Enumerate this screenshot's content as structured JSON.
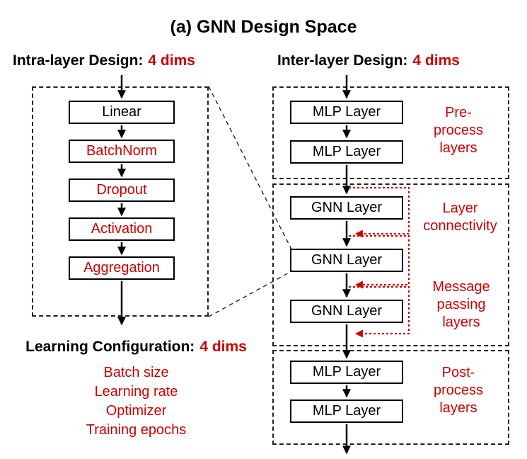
{
  "title": "(a) GNN Design Space",
  "colors": {
    "accent": "#cc0000",
    "text": "#000000"
  },
  "intra": {
    "heading": "Intra-layer Design:",
    "dims": "4 dims",
    "layers": [
      {
        "label": "Linear"
      },
      {
        "label": "BatchNorm"
      },
      {
        "label": "Dropout"
      },
      {
        "label": "Activation"
      },
      {
        "label": "Aggregation"
      }
    ]
  },
  "inter": {
    "heading": "Inter-layer Design:",
    "dims": "4 dims",
    "pre_process": {
      "layers": [
        {
          "label": "MLP Layer"
        },
        {
          "label": "MLP Layer"
        }
      ],
      "caption": "Pre-\nprocess\nlayers"
    },
    "message_passing": {
      "layers": [
        {
          "label": "GNN Layer"
        },
        {
          "label": "GNN Layer"
        },
        {
          "label": "GNN Layer"
        }
      ],
      "caption_connectivity": "Layer\nconnectivity",
      "caption_message": "Message\npassing\nlayers"
    },
    "post_process": {
      "layers": [
        {
          "label": "MLP Layer"
        },
        {
          "label": "MLP Layer"
        }
      ],
      "caption": "Post-\nprocess\nlayers"
    }
  },
  "learning": {
    "heading": "Learning Configuration:",
    "dims": "4 dims",
    "items": [
      "Batch size",
      "Learning rate",
      "Optimizer",
      "Training epochs"
    ]
  }
}
